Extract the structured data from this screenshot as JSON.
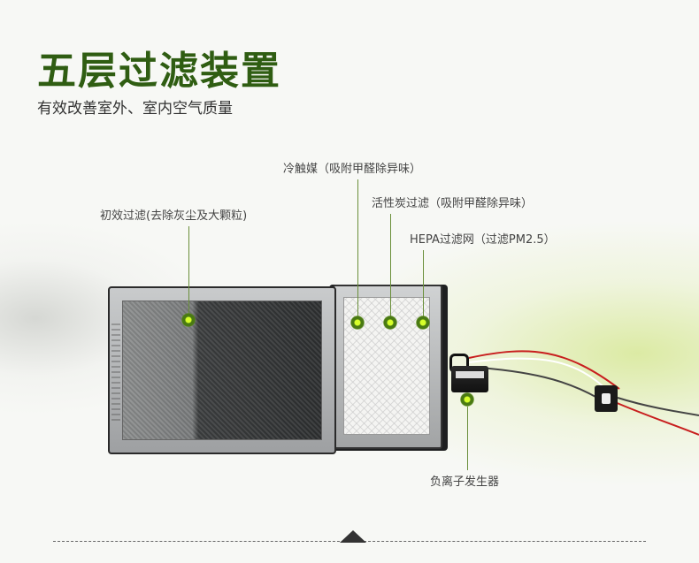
{
  "header": {
    "title": "五层过滤装置",
    "subtitle": "有效改善室外、室内空气质量"
  },
  "callouts": [
    {
      "id": "primary",
      "label": "初效过滤(去除灰尘及大颗粒)"
    },
    {
      "id": "cold-catalyst",
      "label": "冷触媒（吸附甲醛除异味）"
    },
    {
      "id": "activated-carbon",
      "label": "活性炭过滤（吸附甲醛除异味）"
    },
    {
      "id": "hepa",
      "label": "HEPA过滤网（过滤PM2.5）"
    },
    {
      "id": "ion-generator",
      "label": "负离子发生器"
    }
  ],
  "colors": {
    "title": "#2f5d12",
    "accent_dot": "#d7ff2a",
    "line": "#6a8f3a"
  }
}
